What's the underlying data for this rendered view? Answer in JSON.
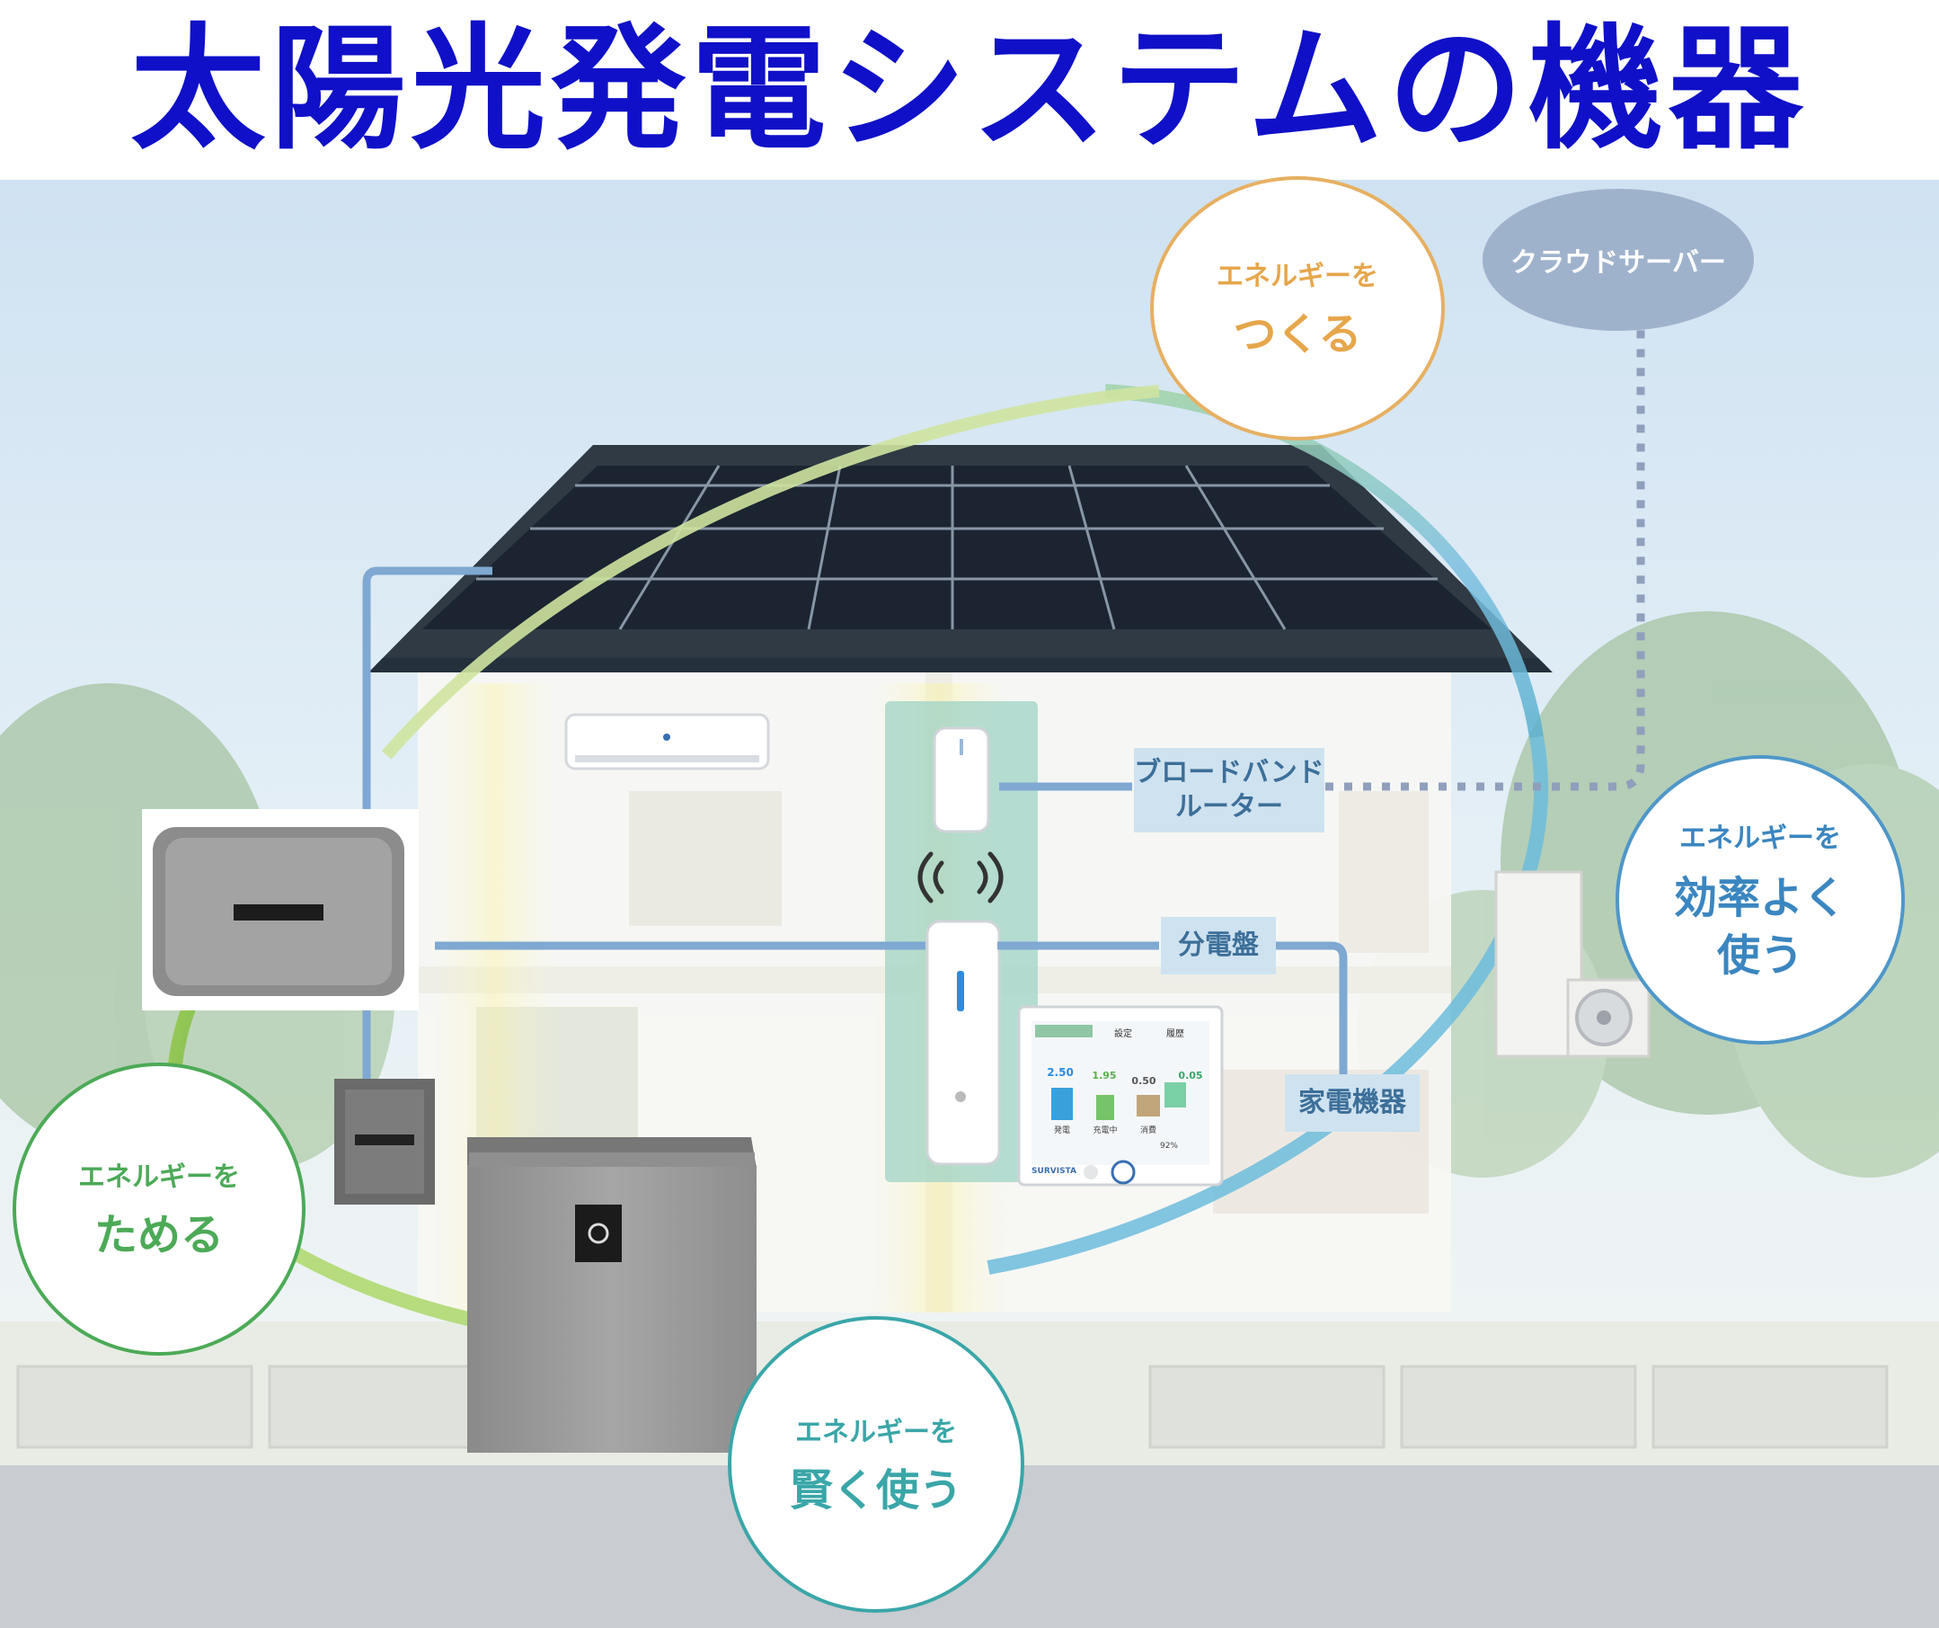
{
  "title": "太陽光発電システムの機器",
  "cycle": {
    "create": {
      "line1": "エネルギーを",
      "line2": "つくる",
      "color": "#e6a64b"
    },
    "store": {
      "line1": "エネルギーを",
      "line2": "ためる",
      "color": "#4caa57"
    },
    "smart_use": {
      "line1": "エネルギーを",
      "line2": "賢く使う",
      "color": "#3aa6a8"
    },
    "efficient_use": {
      "line1": "エネルギーを",
      "line2": "効率よく使う",
      "line2a": "効率よく",
      "line2b": "使う",
      "color": "#3a86c0"
    }
  },
  "cloud_server": {
    "label": "クラウドサーバー"
  },
  "tags": {
    "router": {
      "line1": "ブロードバンド",
      "line2": "ルーター"
    },
    "panel": "分電盤",
    "appliances": "家電機器"
  },
  "monitor": {
    "tabs": [
      "",
      "設定",
      "履歴"
    ],
    "values": [
      "2.50",
      "1.95",
      "0.50",
      "0.05"
    ],
    "captions": [
      "発電",
      "充電中",
      "消費",
      ""
    ],
    "brand": "SURVISTA",
    "percent": "92%"
  },
  "colors": {
    "title": "#1010c8",
    "tag_bg": "#cfe2f0",
    "tag_text": "#3c6f99"
  }
}
